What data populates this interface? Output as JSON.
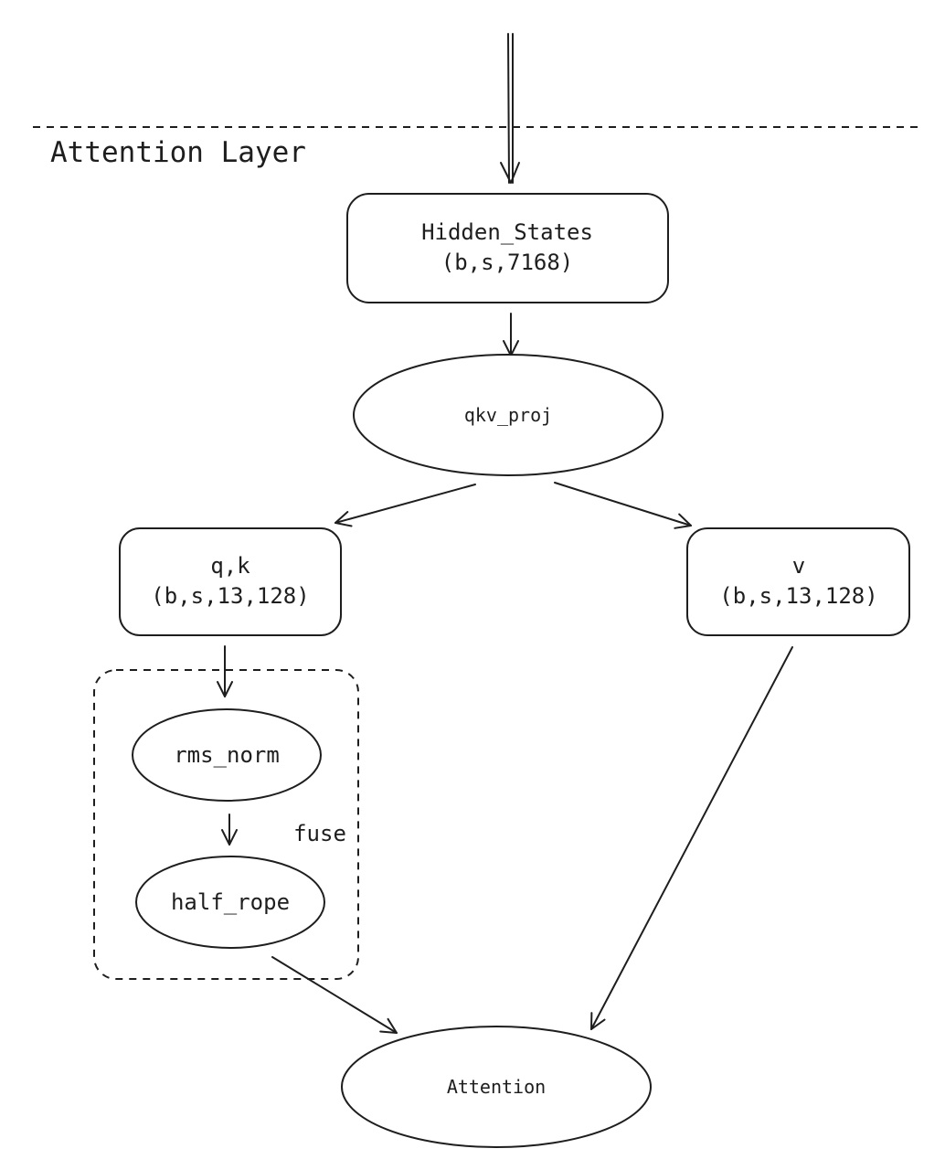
{
  "layer": {
    "title": "Attention Layer"
  },
  "nodes": {
    "hidden_states": {
      "line1": "Hidden_States",
      "line2": "(b,s,7168)"
    },
    "qkv_proj": {
      "label": "qkv_proj"
    },
    "qk": {
      "line1": "q,k",
      "line2": "(b,s,13,128)"
    },
    "v": {
      "line1": "v",
      "line2": "(b,s,13,128)"
    },
    "rms_norm": {
      "label": "rms_norm"
    },
    "half_rope": {
      "label": "half_rope"
    },
    "attention": {
      "label": "Attention"
    }
  },
  "fuse_group": {
    "label": "fuse"
  },
  "colors": {
    "stroke": "#1e1e1e",
    "background": "#ffffff"
  }
}
